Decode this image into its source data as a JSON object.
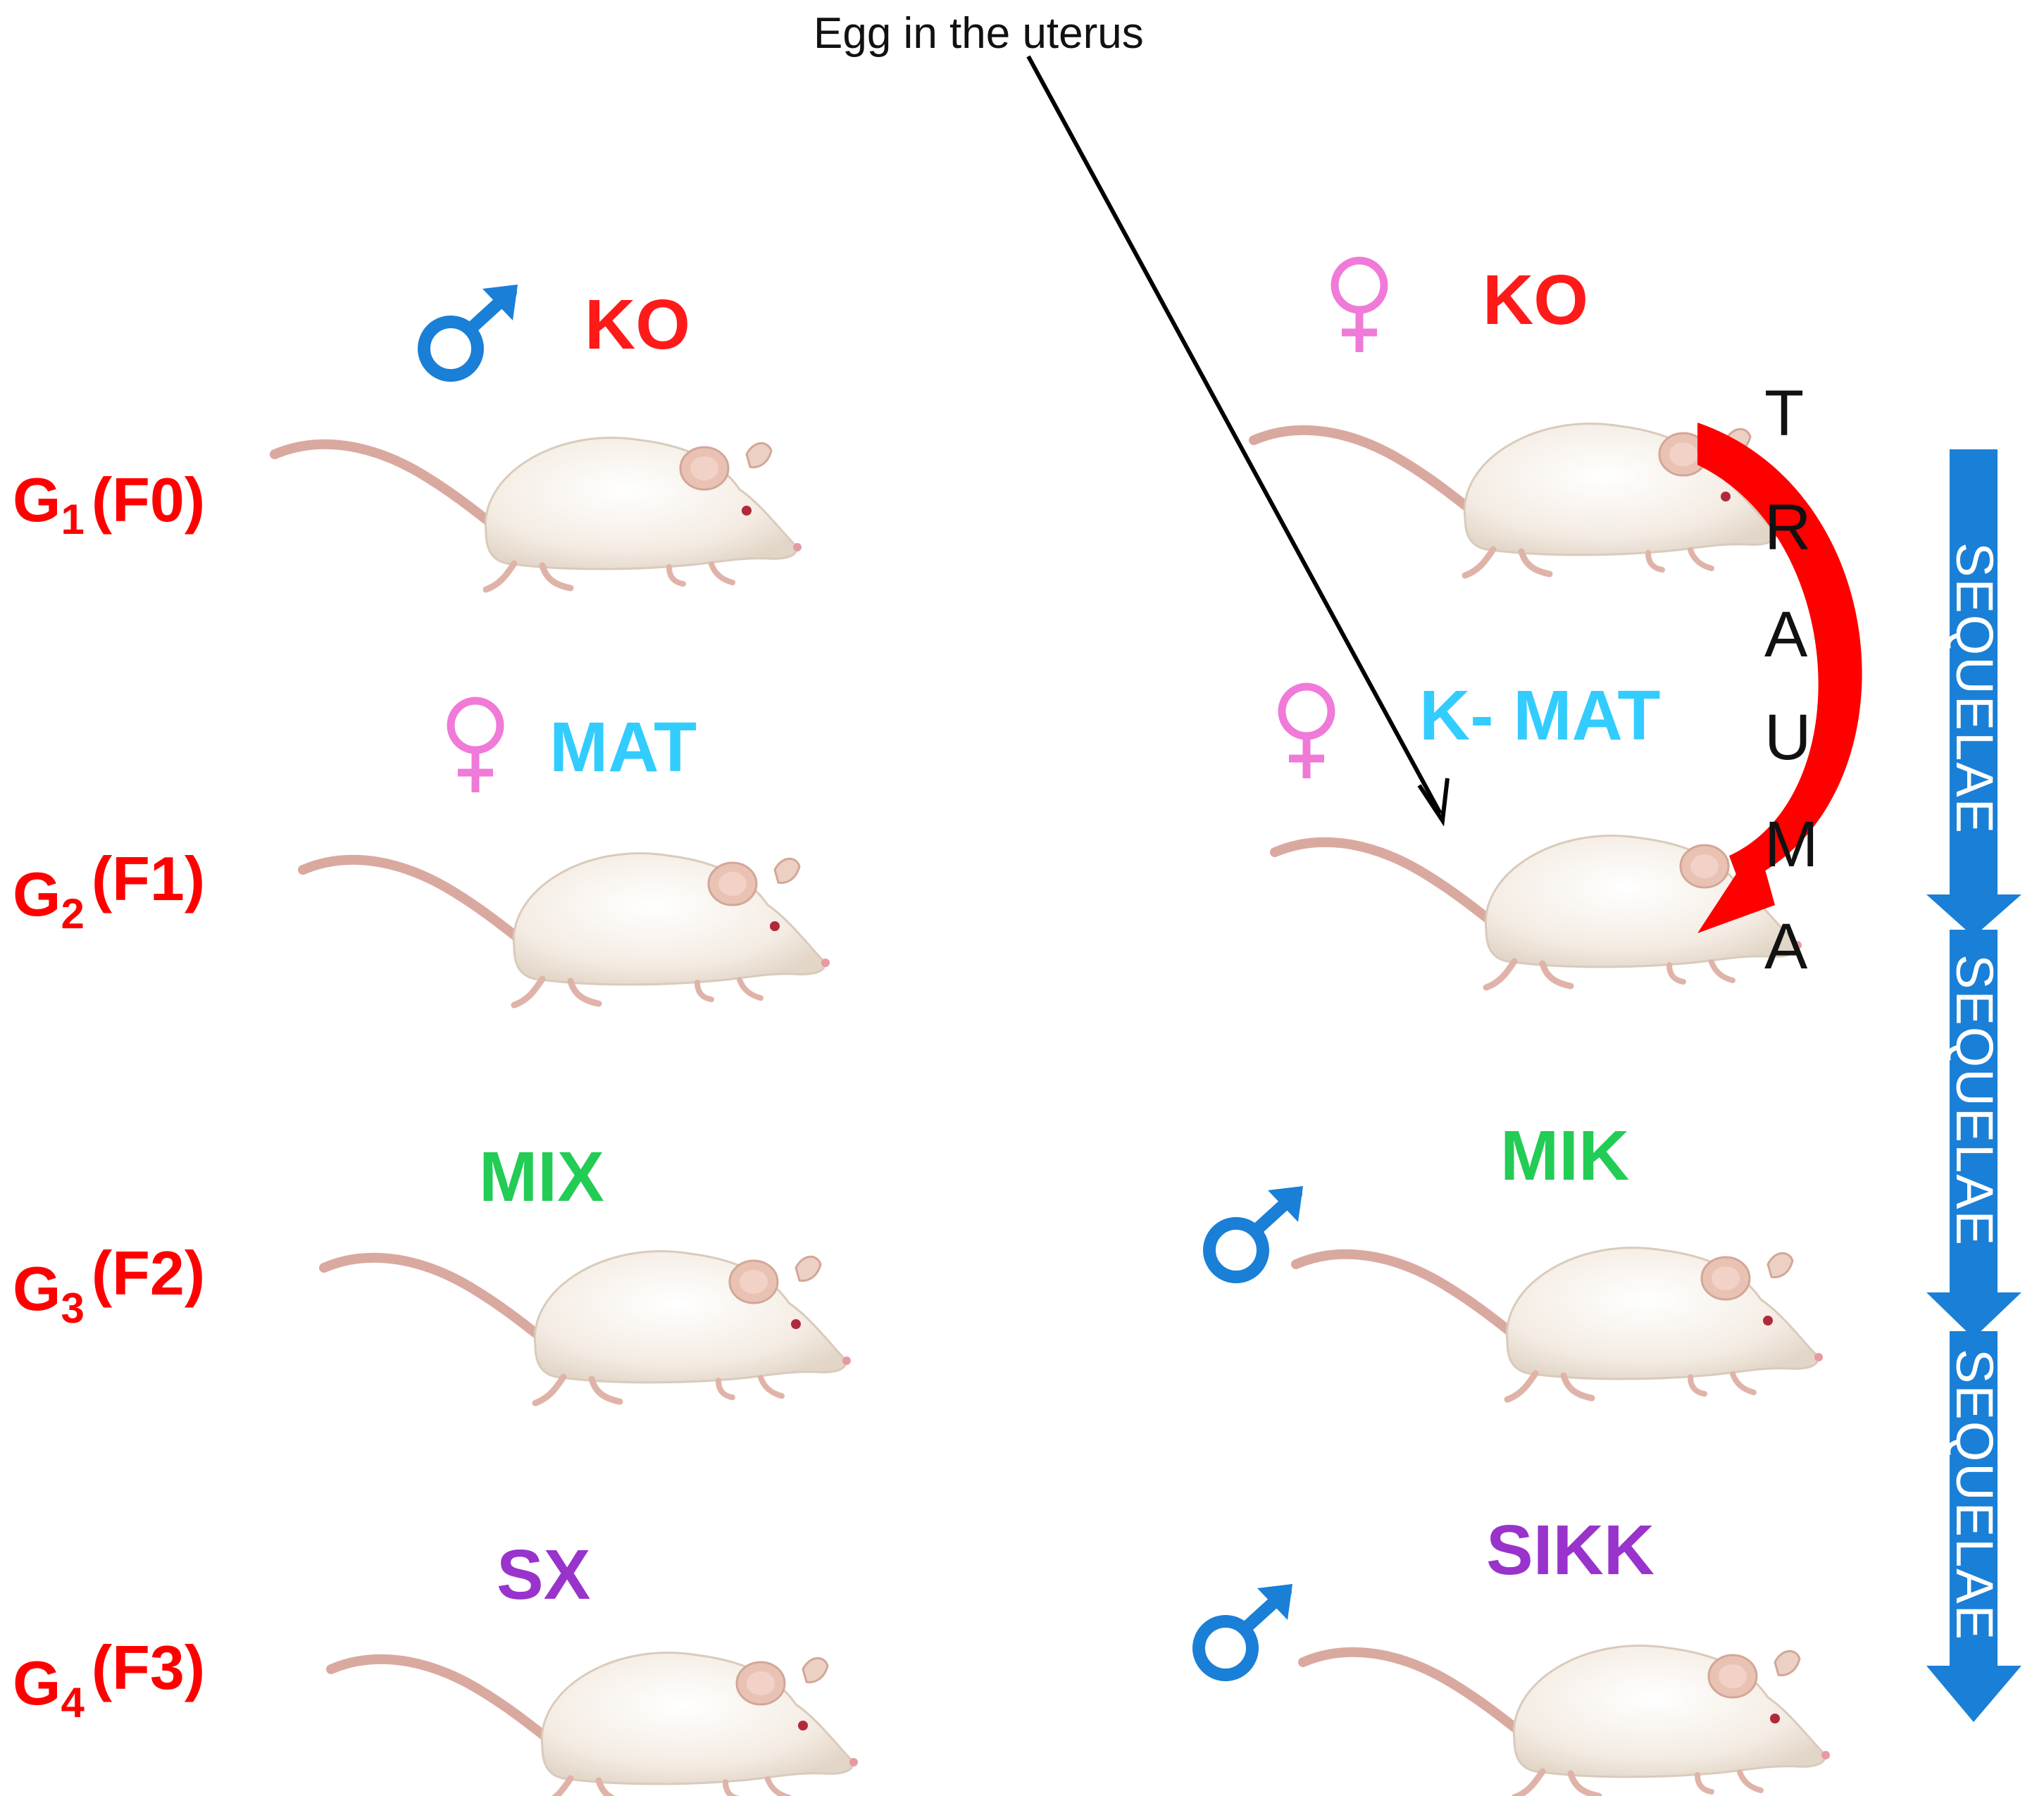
{
  "annotation": {
    "text": "Egg in the uterus"
  },
  "generations": [
    {
      "g": "G",
      "sub": "1",
      "f": "(F0)"
    },
    {
      "g": "G",
      "sub": "2",
      "f": "(F1)"
    },
    {
      "g": "G",
      "sub": "3",
      "f": "(F2)"
    },
    {
      "g": "G",
      "sub": "4",
      "f": "(F3)"
    }
  ],
  "left_column": [
    {
      "code": "KO",
      "sex": "male",
      "code_color": "#ff1a1a"
    },
    {
      "code": "MAT",
      "sex": "female",
      "code_color": "#33ccff"
    },
    {
      "code": "MIX",
      "sex": "",
      "code_color": "#22cc55"
    },
    {
      "code": "SX",
      "sex": "",
      "code_color": "#9933cc"
    }
  ],
  "right_column": [
    {
      "code": "KO",
      "sex": "female",
      "code_color": "#ff1a1a"
    },
    {
      "code": "K- MAT",
      "sex": "female",
      "code_color": "#33ccff"
    },
    {
      "code": "MIK",
      "sex": "male",
      "code_color": "#22cc55"
    },
    {
      "code": "SIKK",
      "sex": "male",
      "code_color": "#9933cc"
    }
  ],
  "trauma_letters": [
    "T",
    "R",
    "A",
    "U",
    "M",
    "A"
  ],
  "sequelae_label": "SEQUELAE",
  "colors": {
    "generation_label": "#ff0000",
    "male_symbol": "#1a7fd6",
    "female_symbol": "#f07ad8",
    "trauma_arrow": "#ff0000",
    "sequelae_arrow": "#1a7fd6",
    "mouse_body": "#f7efe6"
  }
}
